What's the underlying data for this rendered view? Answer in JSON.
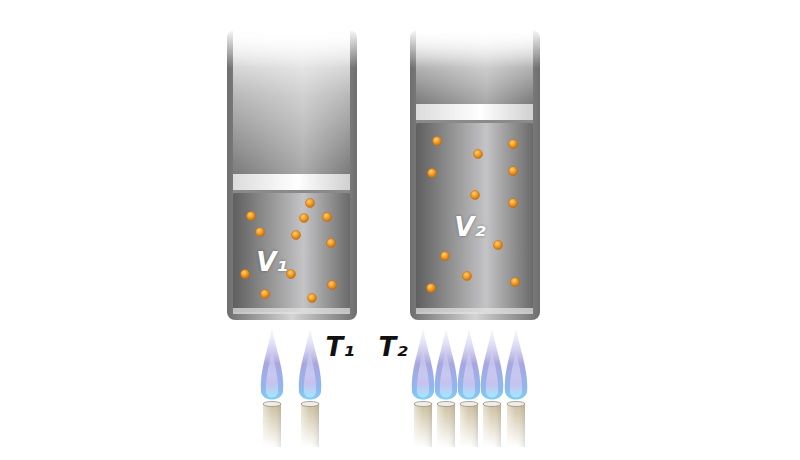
{
  "diagram": {
    "nodes": [
      {
        "text": [
          "V₁"
        ]
      },
      {
        "text": [
          "V₂"
        ]
      }
    ],
    "labels": [
      "T₁",
      "T₂"
    ]
  }
}
